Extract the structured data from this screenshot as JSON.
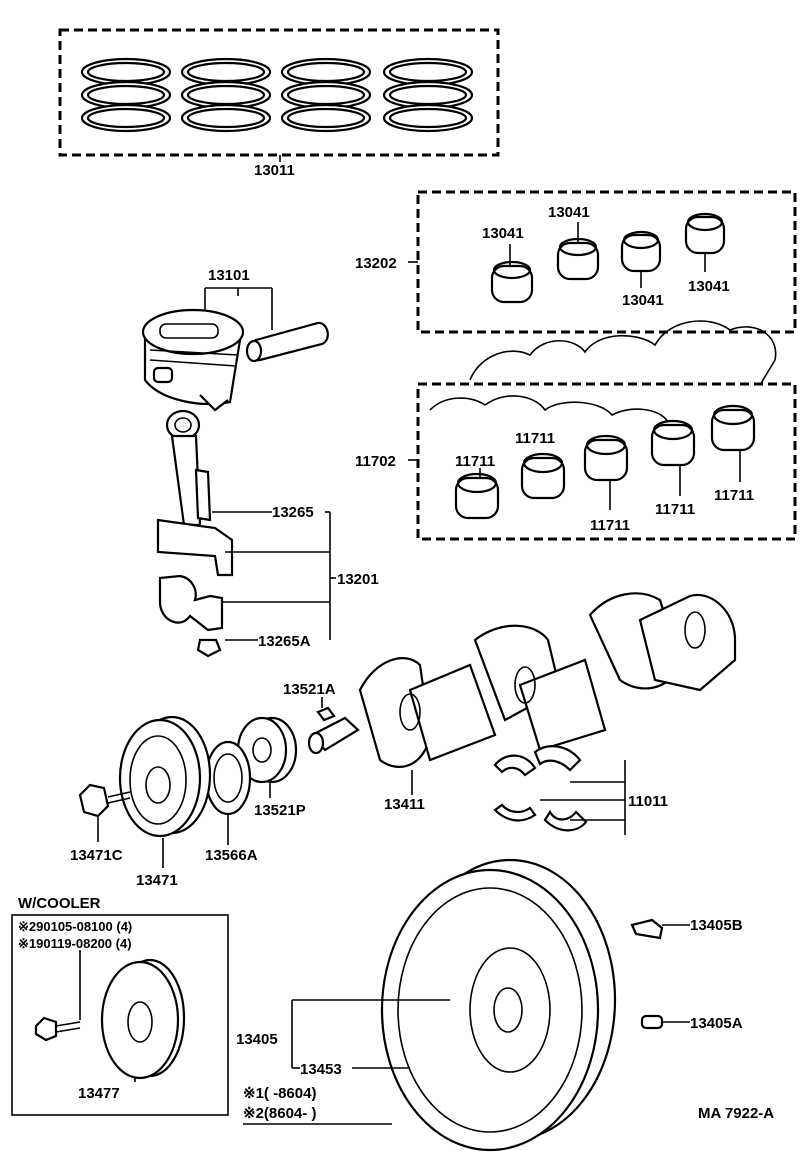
{
  "diagram": {
    "labels": {
      "piston_ring_set": "13011",
      "bearing_set_13202": "13202",
      "bearing_13041_a": "13041",
      "bearing_13041_b": "13041",
      "bearing_13041_c": "13041",
      "bearing_13041_d": "13041",
      "piston_sub_assy": "13101",
      "conrod_bolt": "13265",
      "conrod_assy": "13201",
      "conrod_nut": "13265A",
      "bearing_set_11702": "11702",
      "bearing_11711_a": "11711",
      "bearing_11711_b": "11711",
      "bearing_11711_c": "11711",
      "bearing_11711_d": "11711",
      "bearing_11711_e": "11711",
      "crank_key": "13521A",
      "crankshaft": "13411",
      "timing_gear": "13521P",
      "thrust_washer": "11011",
      "pulley_bolt": "13471C",
      "pulley": "13471",
      "pulley_seal": "13566A",
      "w_cooler_title": "W/COOLER",
      "cooler_note_1": "※290105-08100 (4)",
      "cooler_note_2": "※190119-08200 (4)",
      "cooler_pulley": "13477",
      "flywheel_bolt": "13405B",
      "flywheel_pin": "13405A",
      "flywheel": "13405",
      "ring_gear": "13453",
      "date_note_1": "※1(      -8604)",
      "date_note_2": "※2(8604-        )",
      "figure_code": "MA 7922-A"
    }
  }
}
